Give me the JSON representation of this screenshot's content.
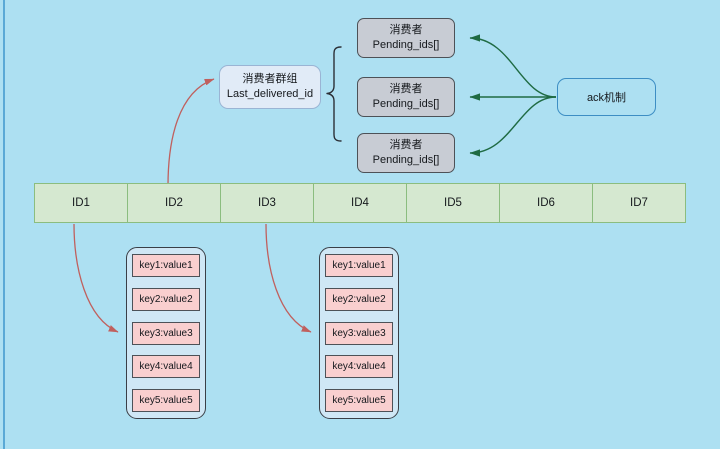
{
  "canvas": {
    "background_color": "#ade0f2",
    "edge_accent_color": "#5aa9d6"
  },
  "consumer_group": {
    "line1": "消费者群组",
    "line2": "Last_delivered_id",
    "fill_color": "#e1ebf7",
    "border_color": "#9ab4d4"
  },
  "consumers": [
    {
      "line1": "消费者",
      "line2": "Pending_ids[]"
    },
    {
      "line1": "消费者",
      "line2": "Pending_ids[]"
    },
    {
      "line1": "消费者",
      "line2": "Pending_ids[]"
    }
  ],
  "consumer_style": {
    "fill_color": "#c8ccd4",
    "border_color": "#4d5157"
  },
  "ack": {
    "label": "ack机制",
    "border_color": "#3d8ec4",
    "arrow_color": "#1f6b43"
  },
  "stream": {
    "ids": [
      "ID1",
      "ID2",
      "ID3",
      "ID4",
      "ID5",
      "ID6",
      "ID7"
    ],
    "fill_color": "#d5e8d0",
    "border_color": "#8bbd7f"
  },
  "entries": {
    "arrow_color": "#c0605e",
    "container_fill": "#cfe7f5",
    "container_border": "#3a3f47",
    "item_fill": "#f9cfcf",
    "item_border": "#4d5157",
    "left_stack": [
      "key1:value1",
      "key2:value2",
      "key3:value3",
      "key4:value4",
      "key5:value5"
    ],
    "right_stack": [
      "key1:value1",
      "key2:value2",
      "key3:value3",
      "key4:value4",
      "key5:value5"
    ]
  },
  "brace": {
    "color": "#2b2f36"
  }
}
